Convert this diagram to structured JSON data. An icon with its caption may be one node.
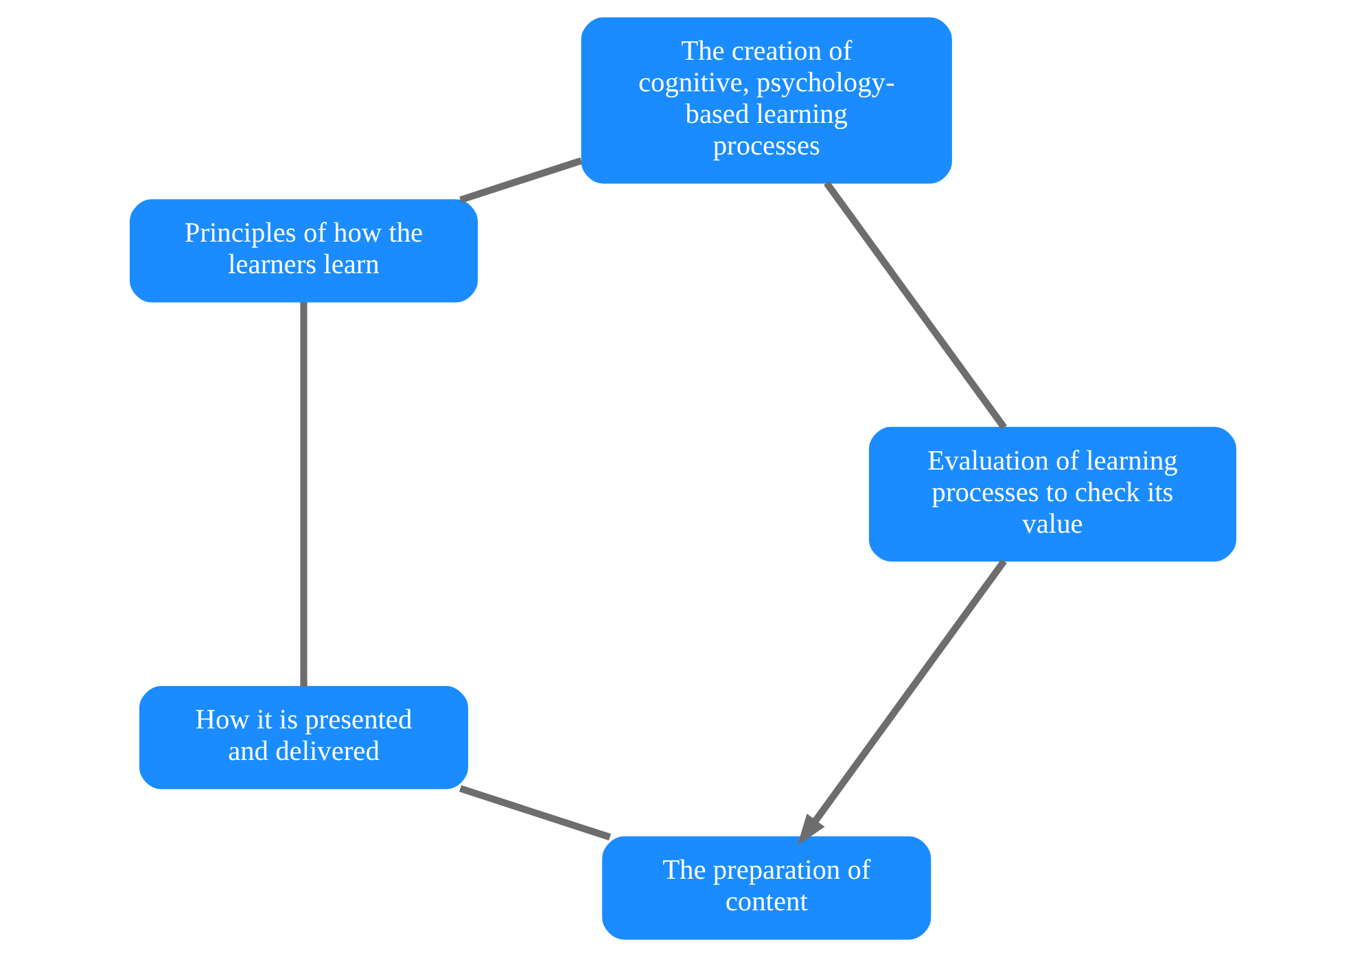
{
  "diagram": {
    "nodes": [
      {
        "text": [
          "The preparation of content"
        ]
      },
      {
        "text": [
          "How it is presented and delivered"
        ]
      },
      {
        "text": [
          "Principles of how the learners learn"
        ]
      },
      {
        "text": [
          "The creation of cognitive, psychology-based learning processes"
        ]
      },
      {
        "text": [
          "Evaluation of learning processes to check its value"
        ]
      }
    ],
    "edges": [
      {
        "from": 0,
        "to": 1,
        "arrow": "none"
      },
      {
        "from": 1,
        "to": 2,
        "arrow": "none"
      },
      {
        "from": 2,
        "to": 3,
        "arrow": "none"
      },
      {
        "from": 3,
        "to": 4,
        "arrow": "none"
      },
      {
        "from": 4,
        "to": 0,
        "arrow": "to"
      }
    ]
  }
}
